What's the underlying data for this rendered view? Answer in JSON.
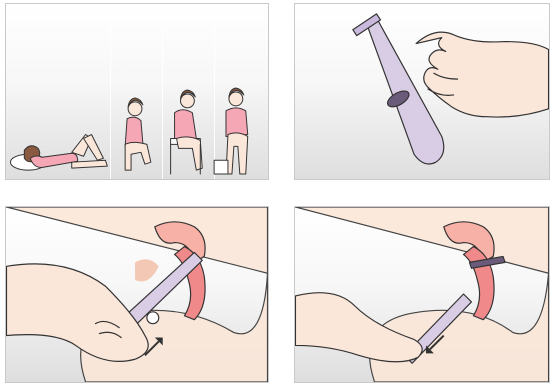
{
  "panels": [
    {
      "id": "positions",
      "icon": "insertion-positions-illustration"
    },
    {
      "id": "applicator",
      "icon": "hand-holding-applicator-illustration"
    },
    {
      "id": "insert",
      "icon": "applicator-insertion-illustration",
      "arrow": "up"
    },
    {
      "id": "deliver",
      "icon": "applicator-withdrawal-illustration",
      "arrow": "down"
    }
  ],
  "colors": {
    "skin": "#fbe7d9",
    "skin_shadow": "#f3c9b5",
    "shirt": "#f6a7b6",
    "hair": "#8a5a40",
    "uterus": "#f08a8a",
    "applicator": "#d9cde6",
    "outline": "#333333"
  }
}
